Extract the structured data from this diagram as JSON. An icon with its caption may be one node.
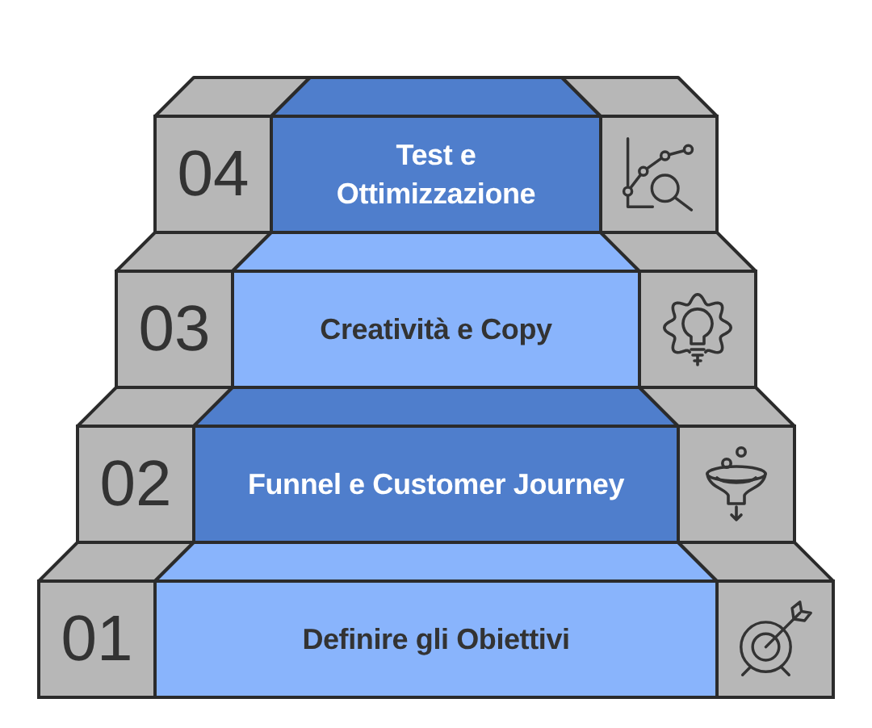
{
  "diagram": {
    "nodes": [
      {
        "text": [
          "04"
        ]
      },
      {
        "text": [
          "Test e Ottimizzazione"
        ]
      },
      {
        "text": [],
        "shape": "box"
      },
      {
        "text": [
          "03"
        ]
      },
      {
        "text": [
          "Creatività e Copy"
        ]
      },
      {
        "text": [],
        "shape": "box"
      },
      {
        "text": [
          "02"
        ]
      },
      {
        "text": [
          "Funnel e Customer Journey"
        ]
      },
      {
        "text": [],
        "shape": "box"
      },
      {
        "text": [
          "01"
        ]
      },
      {
        "text": [
          "Definire gli Obiettivi"
        ]
      },
      {
        "text": [],
        "shape": "box"
      }
    ]
  }
}
